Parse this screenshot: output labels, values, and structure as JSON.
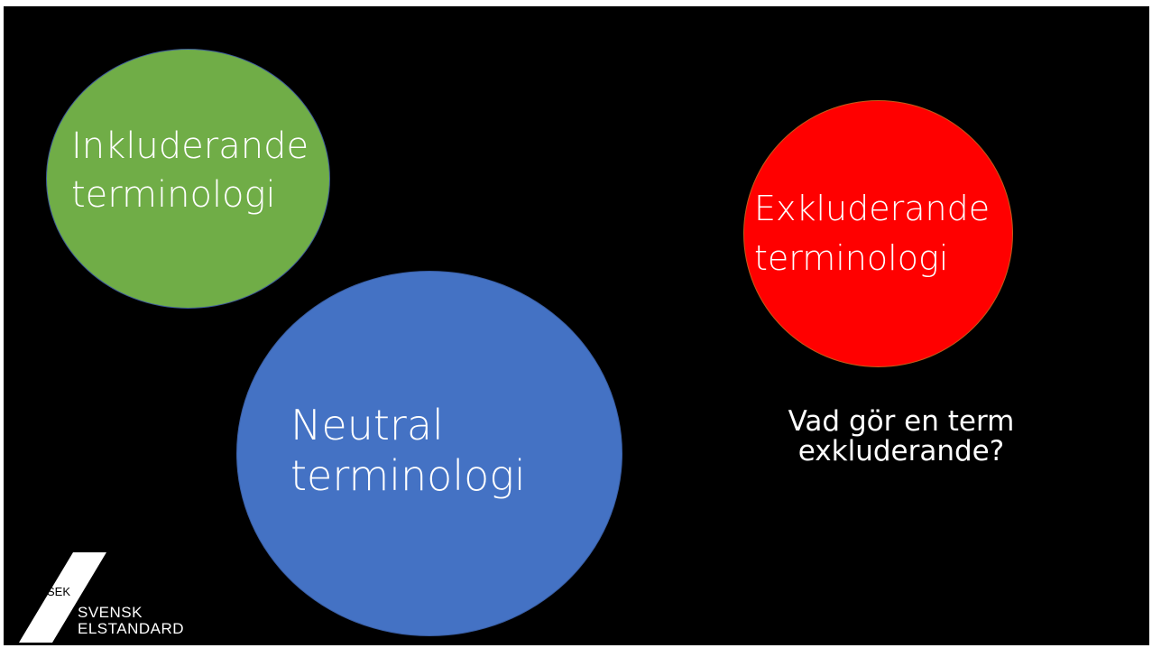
{
  "colors": {
    "background": "#000000",
    "inclusive": "#70ad47",
    "neutral": "#4472c4",
    "exclusive": "#ff0000",
    "text": "#ffffff"
  },
  "circles": {
    "inclusive": {
      "line1": "Inkluderande",
      "line2": "terminologi"
    },
    "neutral": {
      "line1": "Neutral",
      "line2": "terminologi"
    },
    "exclusive": {
      "line1": "Exkluderande",
      "line2": "terminologi"
    }
  },
  "question": {
    "line1": "Vad gör en term",
    "line2": "exkluderande?"
  },
  "logo": {
    "abbr": "SEK",
    "line1": "SVENSK",
    "line2": "ELSTANDARD"
  }
}
